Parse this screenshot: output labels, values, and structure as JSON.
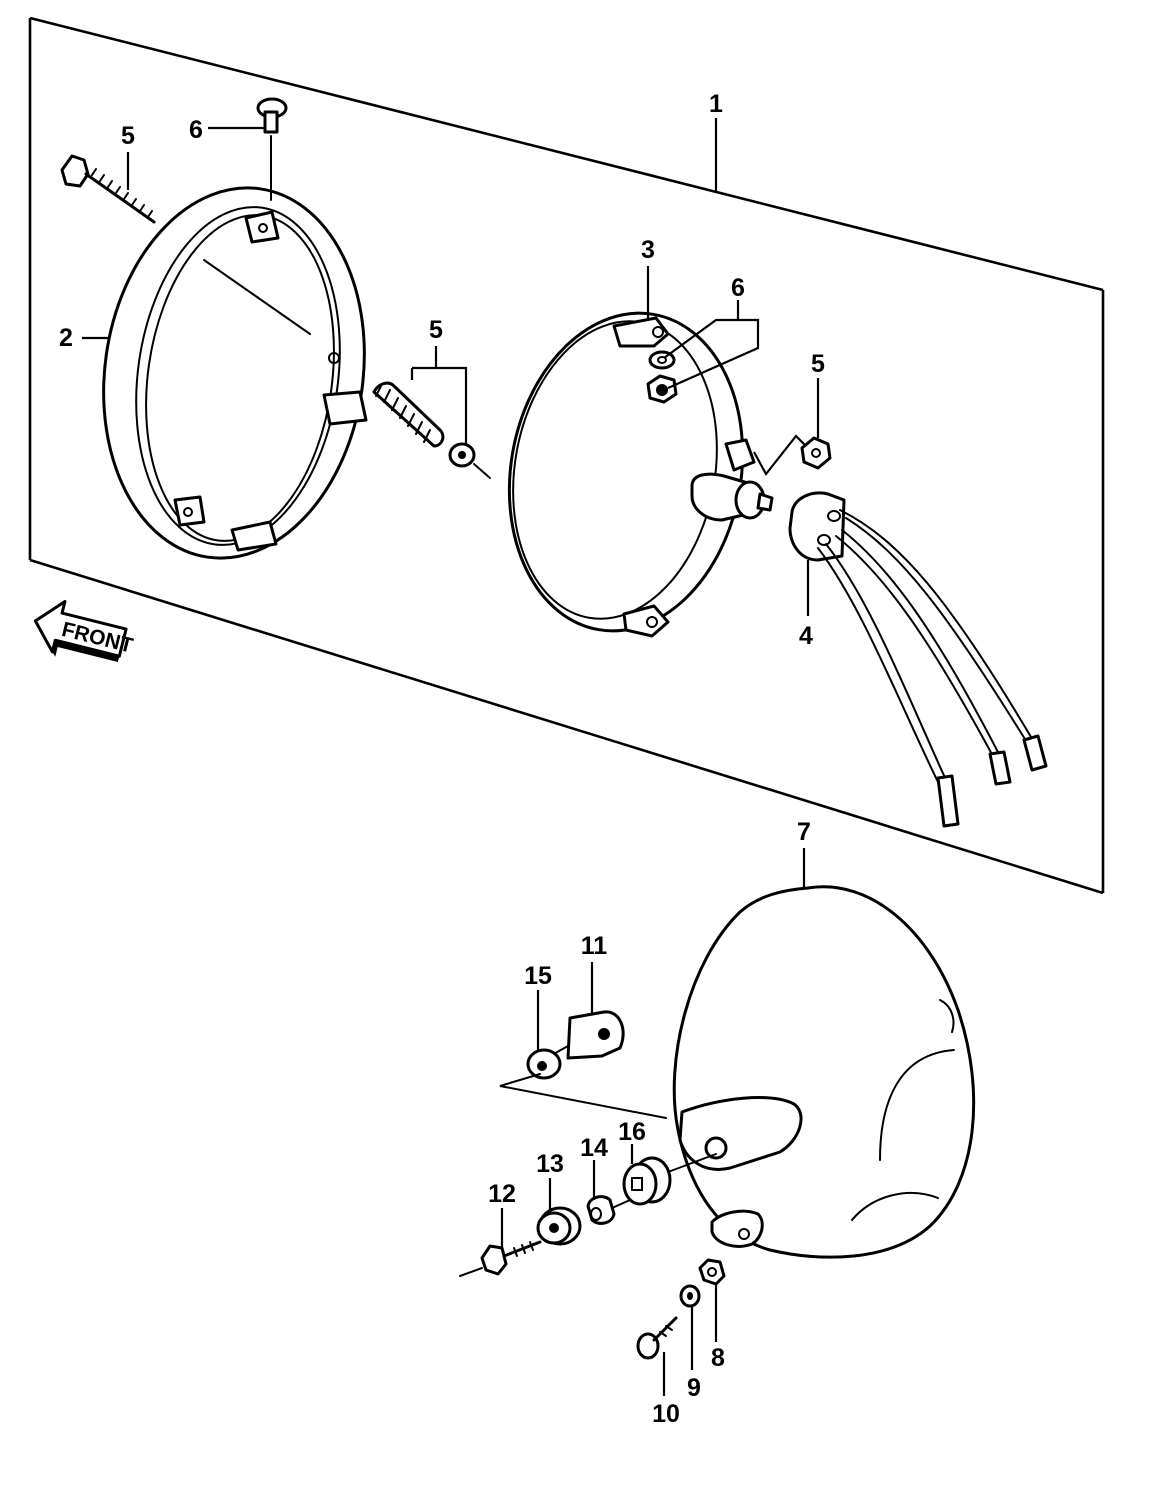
{
  "callouts": {
    "c1": "1",
    "c2": "2",
    "c3": "3",
    "c4": "4",
    "c5a": "5",
    "c5b": "5",
    "c5c": "5",
    "c6a": "6",
    "c6b": "6",
    "c7": "7",
    "c8": "8",
    "c9": "9",
    "c10": "10",
    "c11": "11",
    "c12": "12",
    "c13": "13",
    "c14": "14",
    "c15": "15",
    "c16": "16"
  },
  "front_arrow": {
    "label": "FRONT"
  }
}
